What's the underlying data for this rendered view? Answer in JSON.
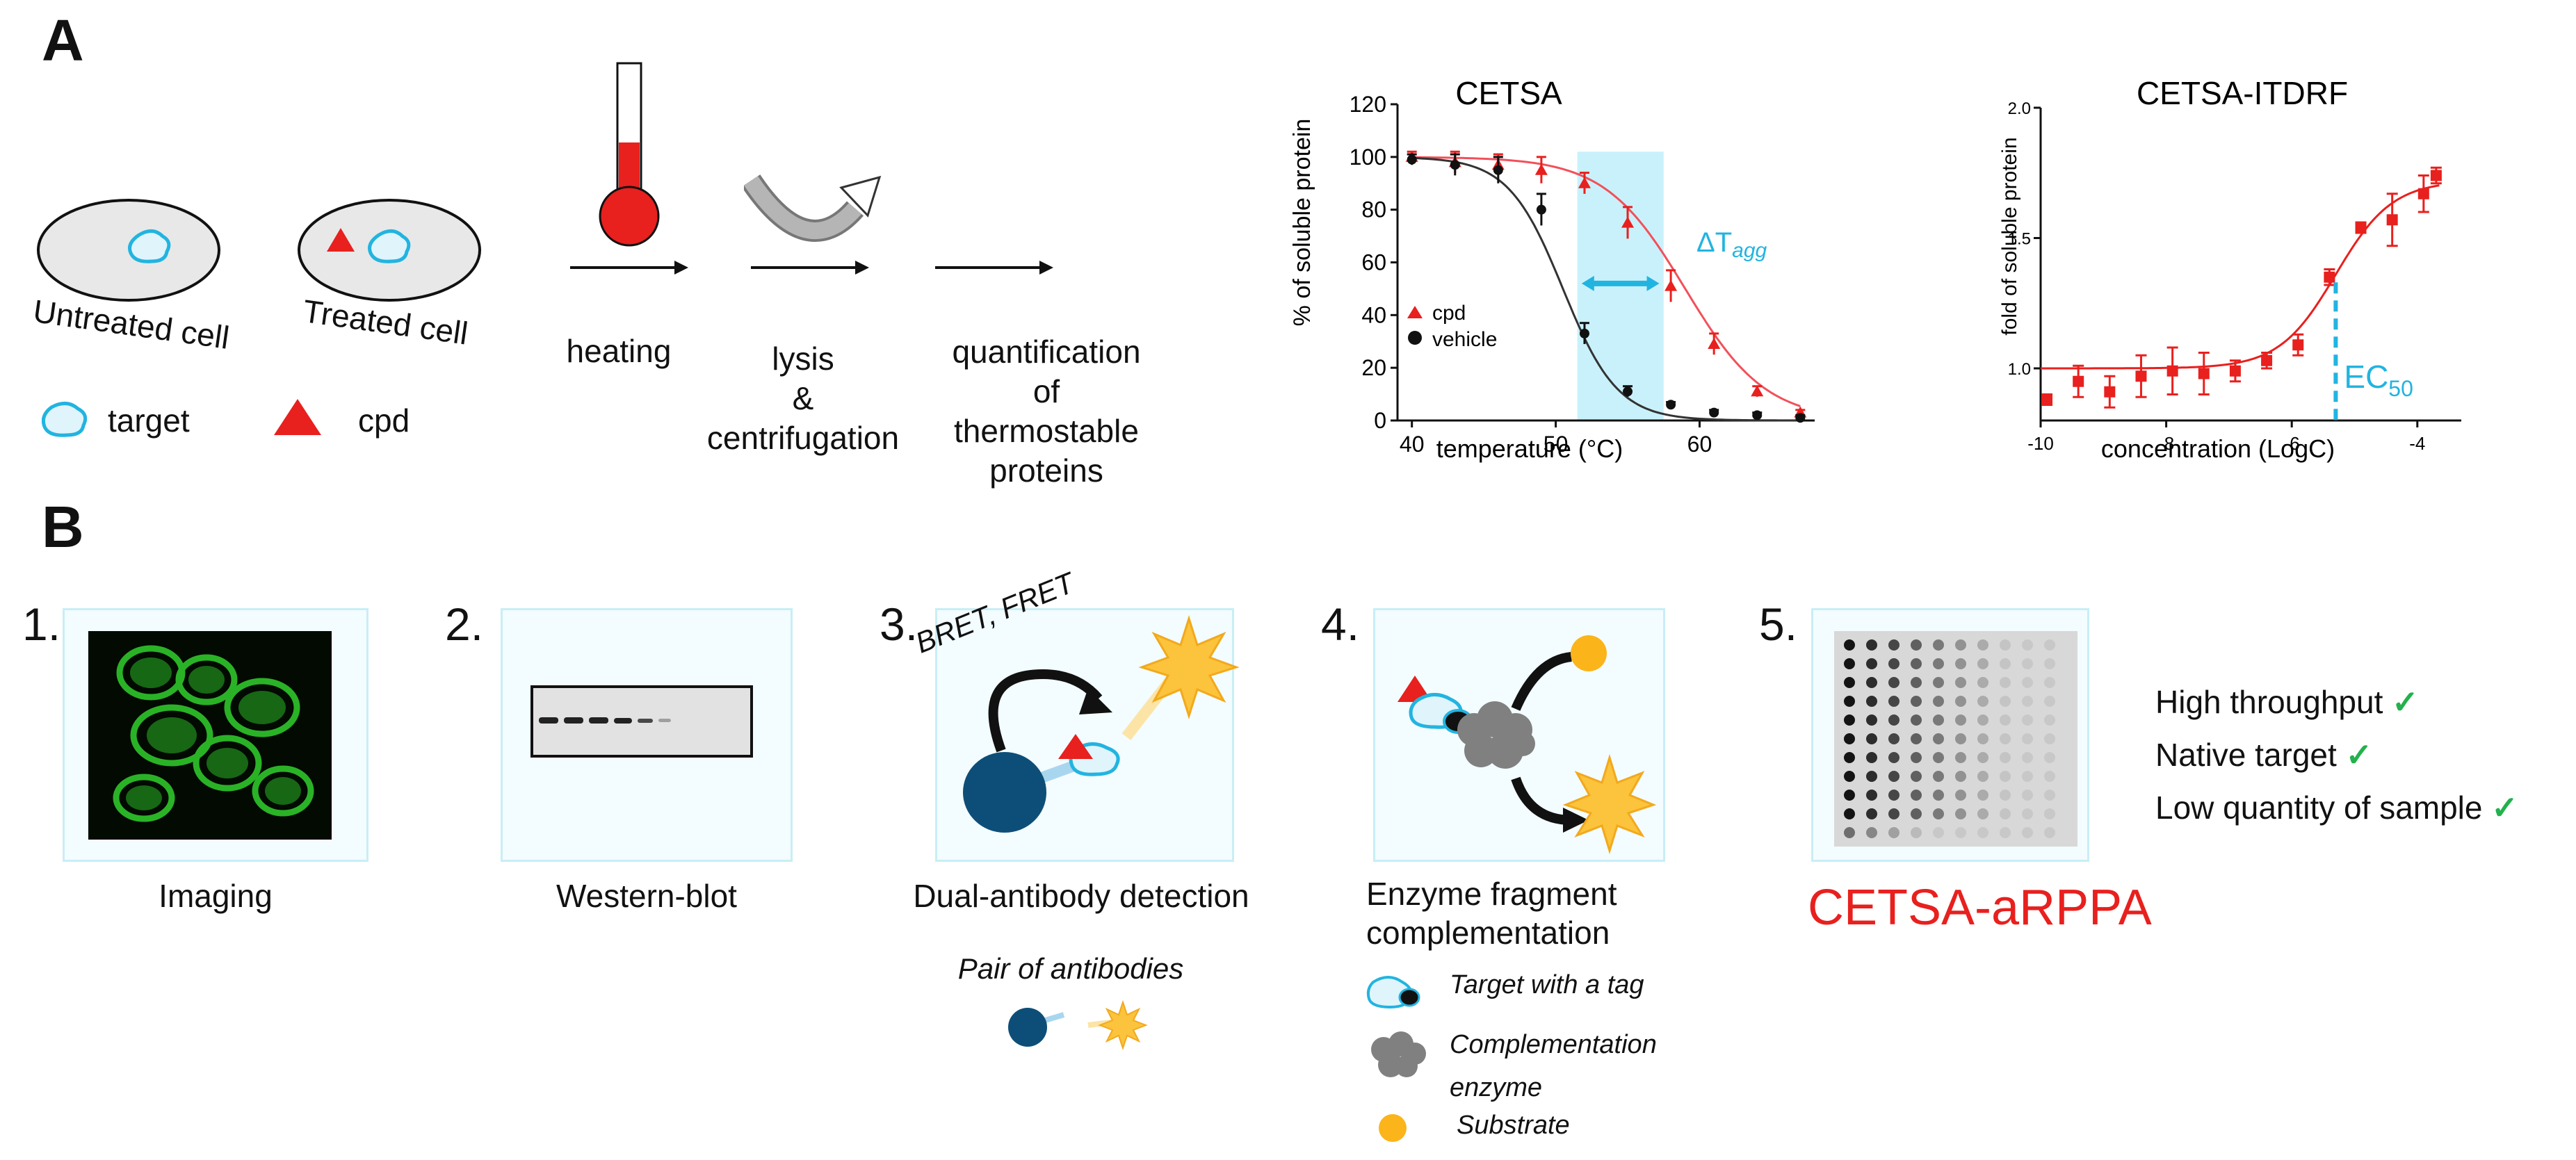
{
  "panel_a": {
    "letter": "A",
    "untreated_label": "Untreated cell",
    "treated_label": "Treated cell",
    "legend_target": "target",
    "legend_cpd": "cpd",
    "step_heating": "heating",
    "step_lysis": [
      "lysis",
      "&",
      "centrifugation"
    ],
    "step_quant": [
      "quantification",
      "of",
      "thermostable",
      "proteins"
    ]
  },
  "panel_b": {
    "letter": "B",
    "methods": [
      {
        "number": "1.",
        "label": "Imaging"
      },
      {
        "number": "2.",
        "label": "Western-blot"
      },
      {
        "number": "3.",
        "label": "Dual-antibody detection",
        "bret": "BRET, FRET",
        "pair_label": "Pair of antibodies"
      },
      {
        "number": "4.",
        "label": [
          "Enzyme fragment",
          "complementation"
        ],
        "legend": [
          "Target with a tag",
          "Complementation",
          "enzyme",
          "Substrate"
        ]
      },
      {
        "number": "5.",
        "label": "CETSA-aRPPA"
      }
    ],
    "advantages": [
      "High throughput",
      "Native target",
      "Low quantity  of sample"
    ],
    "check_glyph": "✓"
  },
  "colors": {
    "red": "#e8201e",
    "cyan": "#22b4e0",
    "black": "#111111",
    "red_curve": "#f2505a",
    "highlight": "#c9f1fb"
  },
  "chart_data": [
    {
      "type": "line",
      "title": "CETSA",
      "xlabel": "temperature (°C)",
      "ylabel": "% of soluble protein",
      "xlim": [
        39,
        68
      ],
      "ylim": [
        0,
        120
      ],
      "xticks": [
        40,
        50,
        60
      ],
      "yticks": [
        0,
        20,
        40,
        60,
        80,
        100,
        120
      ],
      "highlight_x": [
        51.5,
        57.5
      ],
      "annotation": "ΔT",
      "annotation_sub": "agg",
      "legend": [
        "cpd",
        "vehicle"
      ],
      "series": [
        {
          "name": "cpd",
          "x": [
            40,
            43,
            46,
            49,
            52,
            55,
            58,
            61,
            64,
            67
          ],
          "y": [
            100,
            98,
            97,
            95,
            90,
            75,
            51,
            29,
            11,
            3
          ],
          "err": [
            2,
            4,
            4,
            5,
            4,
            6,
            6,
            4,
            2,
            1
          ]
        },
        {
          "name": "vehicle",
          "x": [
            40,
            43,
            46,
            49,
            52,
            55,
            58,
            61,
            64,
            67
          ],
          "y": [
            99,
            97,
            95,
            80,
            33,
            11,
            6,
            3,
            2,
            1
          ],
          "err": [
            2,
            4,
            5,
            6,
            4,
            2,
            1,
            1,
            1,
            1
          ]
        }
      ]
    },
    {
      "type": "line",
      "title": "CETSA-ITDRF",
      "xlabel": "concentration (LogC)",
      "ylabel": "fold of soluble protein",
      "xlim": [
        -10,
        -3.3
      ],
      "ylim": [
        0.8,
        2.0
      ],
      "xticks": [
        -10,
        -8,
        -6,
        -4
      ],
      "yticks": [
        1.0,
        1.5,
        2.0
      ],
      "ytick_labels": [
        "1.0",
        "1.5",
        "2.0"
      ],
      "annotation": "EC",
      "annotation_sub": "50",
      "ec50_x": -5.3,
      "series": [
        {
          "name": "",
          "x": [
            -9.9,
            -9.4,
            -8.9,
            -8.4,
            -7.9,
            -7.4,
            -6.9,
            -6.4,
            -5.9,
            -5.4,
            -4.9,
            -4.4,
            -3.9,
            -3.7
          ],
          "y": [
            0.88,
            0.95,
            0.91,
            0.97,
            0.99,
            0.98,
            0.99,
            1.03,
            1.09,
            1.35,
            1.54,
            1.57,
            1.67,
            1.74
          ],
          "err": [
            0.02,
            0.06,
            0.06,
            0.08,
            0.09,
            0.08,
            0.04,
            0.03,
            0.04,
            0.03,
            0.02,
            0.1,
            0.07,
            0.03
          ]
        }
      ]
    }
  ]
}
